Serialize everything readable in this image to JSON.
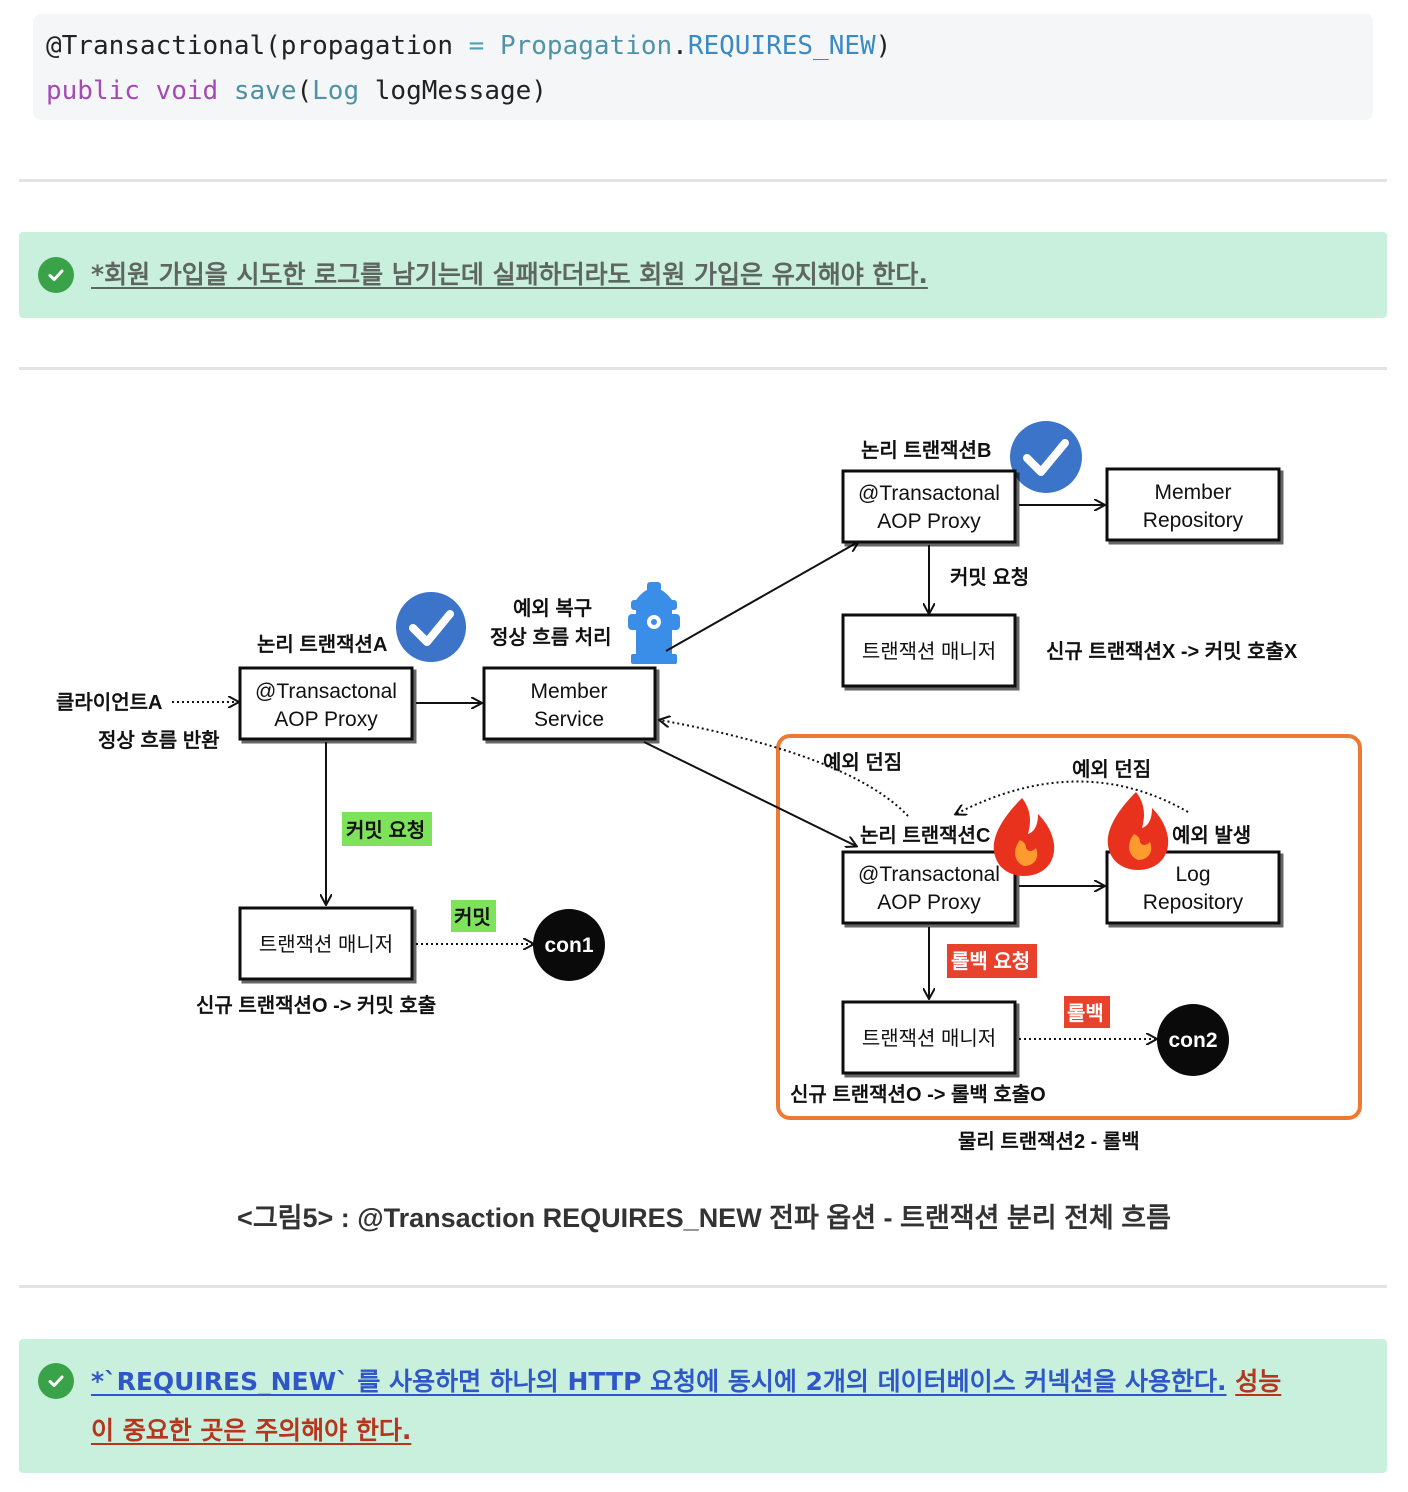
{
  "code": {
    "line1": {
      "annotation": "@Transactional(propagation",
      "eq": " = ",
      "cls": "Propagation",
      "dot": ".",
      "constant": "REQUIRES_NEW",
      "close": ")"
    },
    "line2": {
      "kw_public": "public",
      "kw_void": "void",
      "method": "save",
      "paren_open": "(",
      "param_type": "Log",
      "param_name": " logMessage)"
    }
  },
  "callout1": {
    "text": "*회원 가입을 시도한 로그를 남기는데 실패하더라도 회원 가입은 유지해야 한다."
  },
  "diagram": {
    "client_label": "클라이언트A",
    "normal_return": "정상 흐름 반환",
    "logical_tx_a": "논리 트랜잭션A",
    "proxy_a": [
      "@Transactonal",
      "AOP Proxy"
    ],
    "commit_request_a": "커밋 요청",
    "tx_manager_a": "트랜잭션 매니저",
    "commit_a": "커밋",
    "con1": "con1",
    "new_tx_o_commit": "신규 트랜잭션O -> 커밋 호출",
    "exception_recovery": "예외 복구",
    "normal_flow": "정상 흐름 처리",
    "member_service": [
      "Member",
      "Service"
    ],
    "logical_tx_b": "논리 트랜잭션B",
    "proxy_b": [
      "@Transactonal",
      "AOP Proxy"
    ],
    "member_repository": [
      "Member",
      "Repository"
    ],
    "commit_request_b": "커밋 요청",
    "tx_manager_b": "트랜잭션 매니저",
    "new_tx_x_commit": "신규 트랜잭션X -> 커밋 호출X",
    "exception_throw_1": "예외 던짐",
    "exception_throw_2": "예외 던짐",
    "logical_tx_c": "논리 트랜잭션C",
    "exception_occur": "예외 발생",
    "proxy_c": [
      "@Transactonal",
      "AOP Proxy"
    ],
    "log_repository": [
      "Log",
      "Repository"
    ],
    "rollback_request": "롤백 요청",
    "tx_manager_c": "트랜잭션 매니저",
    "rollback": "롤백",
    "con2": "con2",
    "new_tx_o_rollback": "신규 트랜잭션O -> 롤백 호출O",
    "physical_tx2": "물리 트랜잭션2 - 롤백",
    "colors": {
      "check_blue": "#3b74c9",
      "highlight_green": "#7ee25a",
      "highlight_red": "#e8412c",
      "orange_box": "#ec7a34",
      "hydrant_blue": "#3a8ee8",
      "fire_red": "#e8321e"
    }
  },
  "caption": "<그림5> : @Transaction REQUIRES_NEW 전파 옵션 - 트랜잭션 분리 전체 흐름",
  "callout2": {
    "text_blue": "*`REQUIRES_NEW` 를 사용하면 하나의 HTTP 요청에 동시에 2개의 데이터베이스 커넥션을 사용한다.",
    "text_red_1": "성능",
    "text_red_2": "이 중요한 곳은 주의해야 한다."
  }
}
